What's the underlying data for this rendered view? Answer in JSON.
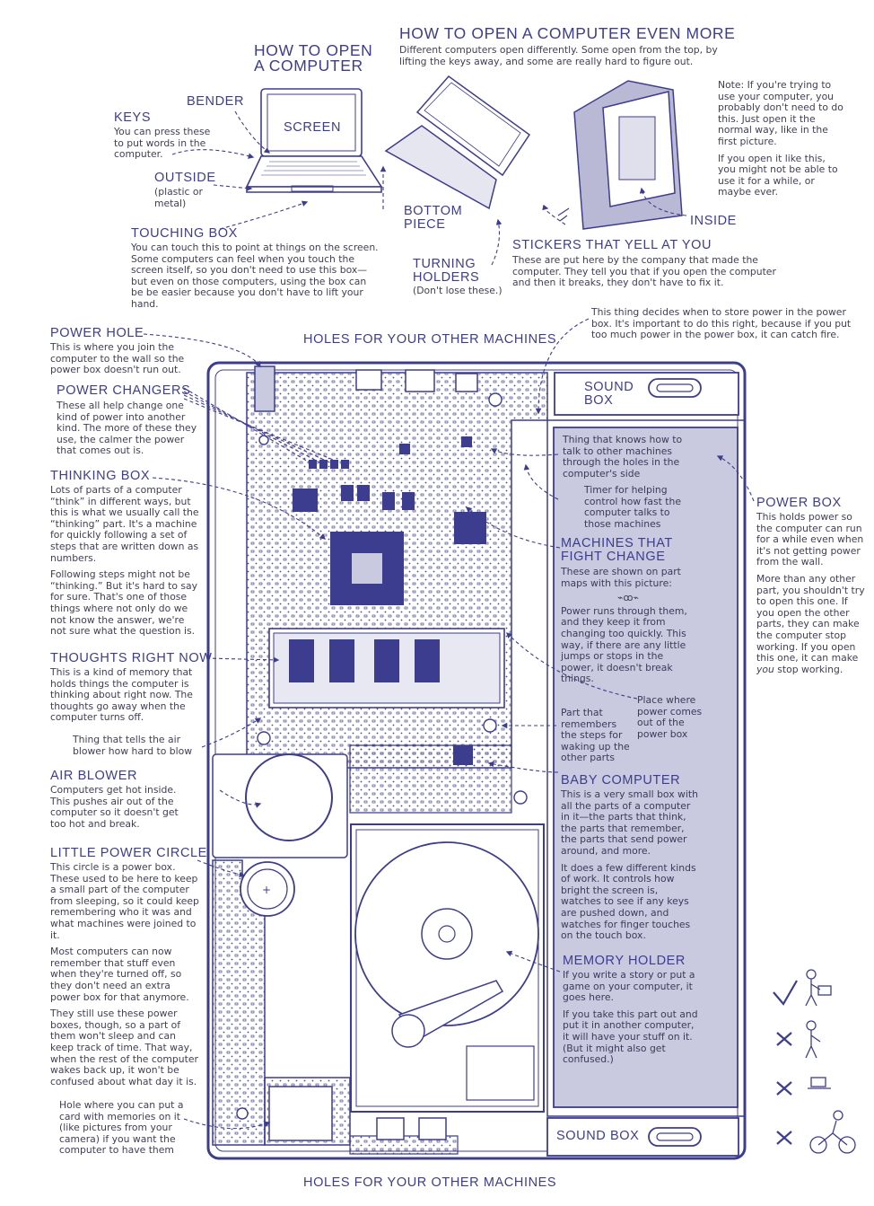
{
  "howto": {
    "title1": "HOW TO OPEN",
    "title2": "A COMPUTER",
    "more_title": "HOW TO OPEN A COMPUTER EVEN MORE",
    "more_text": "Different computers open differently. Some open from the top, by lifting the keys away, and some are really hard to figure out."
  },
  "laptop": {
    "screen": "SCREEN",
    "bender": "BENDER",
    "keys_title": "KEYS",
    "keys_text": "You can press these to put words in the computer.",
    "outside_title": "OUTSIDE",
    "outside_text": "(plastic or metal)",
    "touchbox_title": "TOUCHING BOX",
    "touchbox_text": "You can touch this to point at things on the screen. Some computers can feel when you touch the screen itself, so you don't need to use this box—but even on those computers, using the box can be be easier because you don't have to lift your hand.",
    "bottom_piece": "BOTTOM PIECE",
    "turning_title": "TURNING HOLDERS",
    "turning_text": "(Don't lose these.)",
    "note1": "Note: If you're trying to use your computer, you probably don't need to do this. Just open it the normal way, like in the first picture.",
    "note2": "If you open it like this, you might not be able to use it for a while, or maybe ever.",
    "inside": "INSIDE",
    "stickers_title": "STICKERS THAT YELL AT YOU",
    "stickers_text": "These are put here by the company that made the computer. They tell you that if you open the computer and then it breaks, they don't have to fix it."
  },
  "board": {
    "holes_top": "HOLES FOR YOUR OTHER MACHINES",
    "holes_bottom": "HOLES FOR YOUR OTHER MACHINES",
    "power_decide": "This thing decides when to store power in the power box. It's important to do this right, because if you put too much power in the power box, it can catch fire.",
    "sound_box_top": "SOUND BOX",
    "sound_box_bottom": "SOUND BOX",
    "power_hole_title": "POWER HOLE",
    "power_hole_text": "This is where you join the computer to the wall so the power box doesn't run out.",
    "power_changers_title": "POWER CHANGERS",
    "power_changers_text": "These all help change one kind of power into another kind. The more of these they use, the calmer the power that comes out is.",
    "thinking_title": "THINKING BOX",
    "thinking_p1": "Lots of parts of a computer “think” in different ways, but this is what we usually call the “thinking” part. It's a machine for quickly following a set of steps that are written down as numbers.",
    "thinking_p2": "Following steps might not be “thinking.” But it's hard to say for sure. That's one of those things where not only do we not know the answer, we're not sure what the question is.",
    "thoughts_title": "THOUGHTS RIGHT NOW",
    "thoughts_text": "This is a kind of memory that holds things the computer is thinking about right now. The thoughts go away when the computer turns off.",
    "air_tell": "Thing that tells the air blower how hard to blow",
    "air_title": "AIR BLOWER",
    "air_text": "Computers get hot inside. This pushes air out of the computer so it doesn't get too hot and break.",
    "circle_title": "LITTLE POWER CIRCLE",
    "circle_p1": "This circle is a power box. These used to be here to keep a small part of the computer from sleeping, so it could keep remembering who it was and what machines were joined to it.",
    "circle_p2": "Most computers can now remember that stuff even when they're turned off, so they don't need an extra power box for that anymore.",
    "circle_p3": "They still use these power boxes, though, so a part of them won't sleep and can keep track of time. That way, when the rest of the computer wakes back up, it won't be confused about what day it is.",
    "card_text": "Hole where you can put a card with memories on it (like pictures from your camera) if you want the computer to have them",
    "talk_text": "Thing that knows how to talk to other machines through the holes in the computer's side",
    "timer_text": "Timer for helping control how fast the computer talks to those machines",
    "fight_title": "MACHINES THAT FIGHT CHANGE",
    "fight_p1": "These are shown on part maps with this picture:",
    "fight_symbol": "⌁ꝏ⌁",
    "fight_p2": "Power runs through them, and they keep it from changing too quickly. This way, if there are any little jumps or stops in the power, it doesn't break things.",
    "place_power": "Place where power comes out of the power box",
    "remember_steps": "Part that remembers the steps for waking up the other parts",
    "baby_title": "BABY COMPUTER",
    "baby_p1": "This is a very small box with all the parts of a computer in it—the parts that think, the parts that remember, the parts that send power around, and more.",
    "baby_p2": "It does a few different kinds of work. It controls how bright the screen is, watches to see if any keys are pushed down, and watches for finger touches on the touch box.",
    "memory_title": "MEMORY HOLDER",
    "memory_p1": "If you write a story or put a game on your computer, it goes here.",
    "memory_p2": "If you take this part out and put it in another computer, it will have your stuff on it. (But it might also get confused.)",
    "powerbox_title": "POWER BOX",
    "powerbox_p1": "This holds power so the computer can run for a while even when it's not getting power from the wall.",
    "powerbox_p2": "More than any other part, you shouldn't try to open this one. If you open the other parts, they can make the computer stop working. If you open this one, it can make ",
    "powerbox_you": "you",
    "powerbox_p2_end": " stop working."
  },
  "colors": {
    "ink": "#3d3d8f",
    "panel": "#c9c9e0",
    "line": "#4a4a8a"
  }
}
